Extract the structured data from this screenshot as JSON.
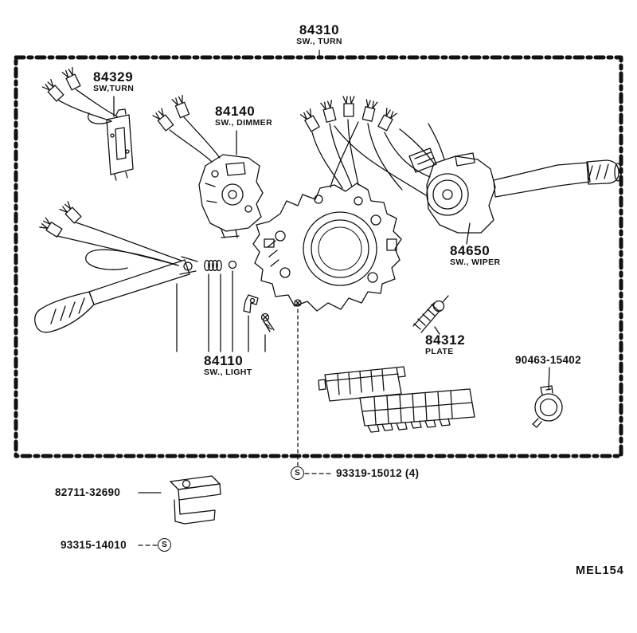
{
  "footer_code": "MEL154",
  "symbol_s": "S",
  "labels": {
    "l84310": {
      "number": "84310",
      "desc": "SW., TURN"
    },
    "l84329": {
      "number": "84329",
      "desc": "SW,TURN"
    },
    "l84140": {
      "number": "84140",
      "desc": "SW., DIMMER"
    },
    "l84650": {
      "number": "84650",
      "desc": "SW., WIPER"
    },
    "l84312": {
      "number": "84312",
      "desc": "PLATE"
    },
    "l90463": {
      "number": "90463-15402"
    },
    "l84110": {
      "number": "84110",
      "desc": "SW., LIGHT"
    },
    "l93319": {
      "number": "93319-15012 (4)"
    },
    "l82711": {
      "number": "82711-32690"
    },
    "l93315": {
      "number": "93315-14010"
    }
  }
}
